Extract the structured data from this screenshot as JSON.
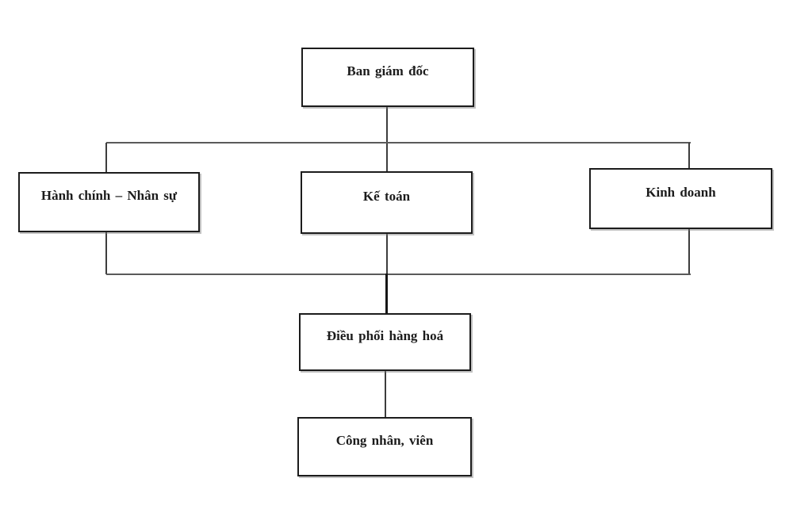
{
  "diagram": {
    "type": "org-chart",
    "nodes": {
      "board": {
        "label": "Ban giám đốc"
      },
      "hr": {
        "label": "Hành chính – Nhân sự"
      },
      "accounting": {
        "label": "Kế toán"
      },
      "sales": {
        "label": "Kinh doanh"
      },
      "coordination": {
        "label": "Điều phối hàng hoá"
      },
      "staff": {
        "label": "Công nhân, viên"
      }
    },
    "edges": [
      {
        "from": "board",
        "to": "hr"
      },
      {
        "from": "board",
        "to": "accounting"
      },
      {
        "from": "board",
        "to": "sales"
      },
      {
        "from": "hr",
        "to": "coordination"
      },
      {
        "from": "accounting",
        "to": "coordination"
      },
      {
        "from": "sales",
        "to": "coordination"
      },
      {
        "from": "coordination",
        "to": "staff"
      }
    ],
    "colors": {
      "box_border": "#1c1c1c",
      "text": "#1c1c1c",
      "vertical_line": "#3d3d3d",
      "horizontal_line": "#5a5a5a",
      "background": "#ffffff"
    }
  }
}
